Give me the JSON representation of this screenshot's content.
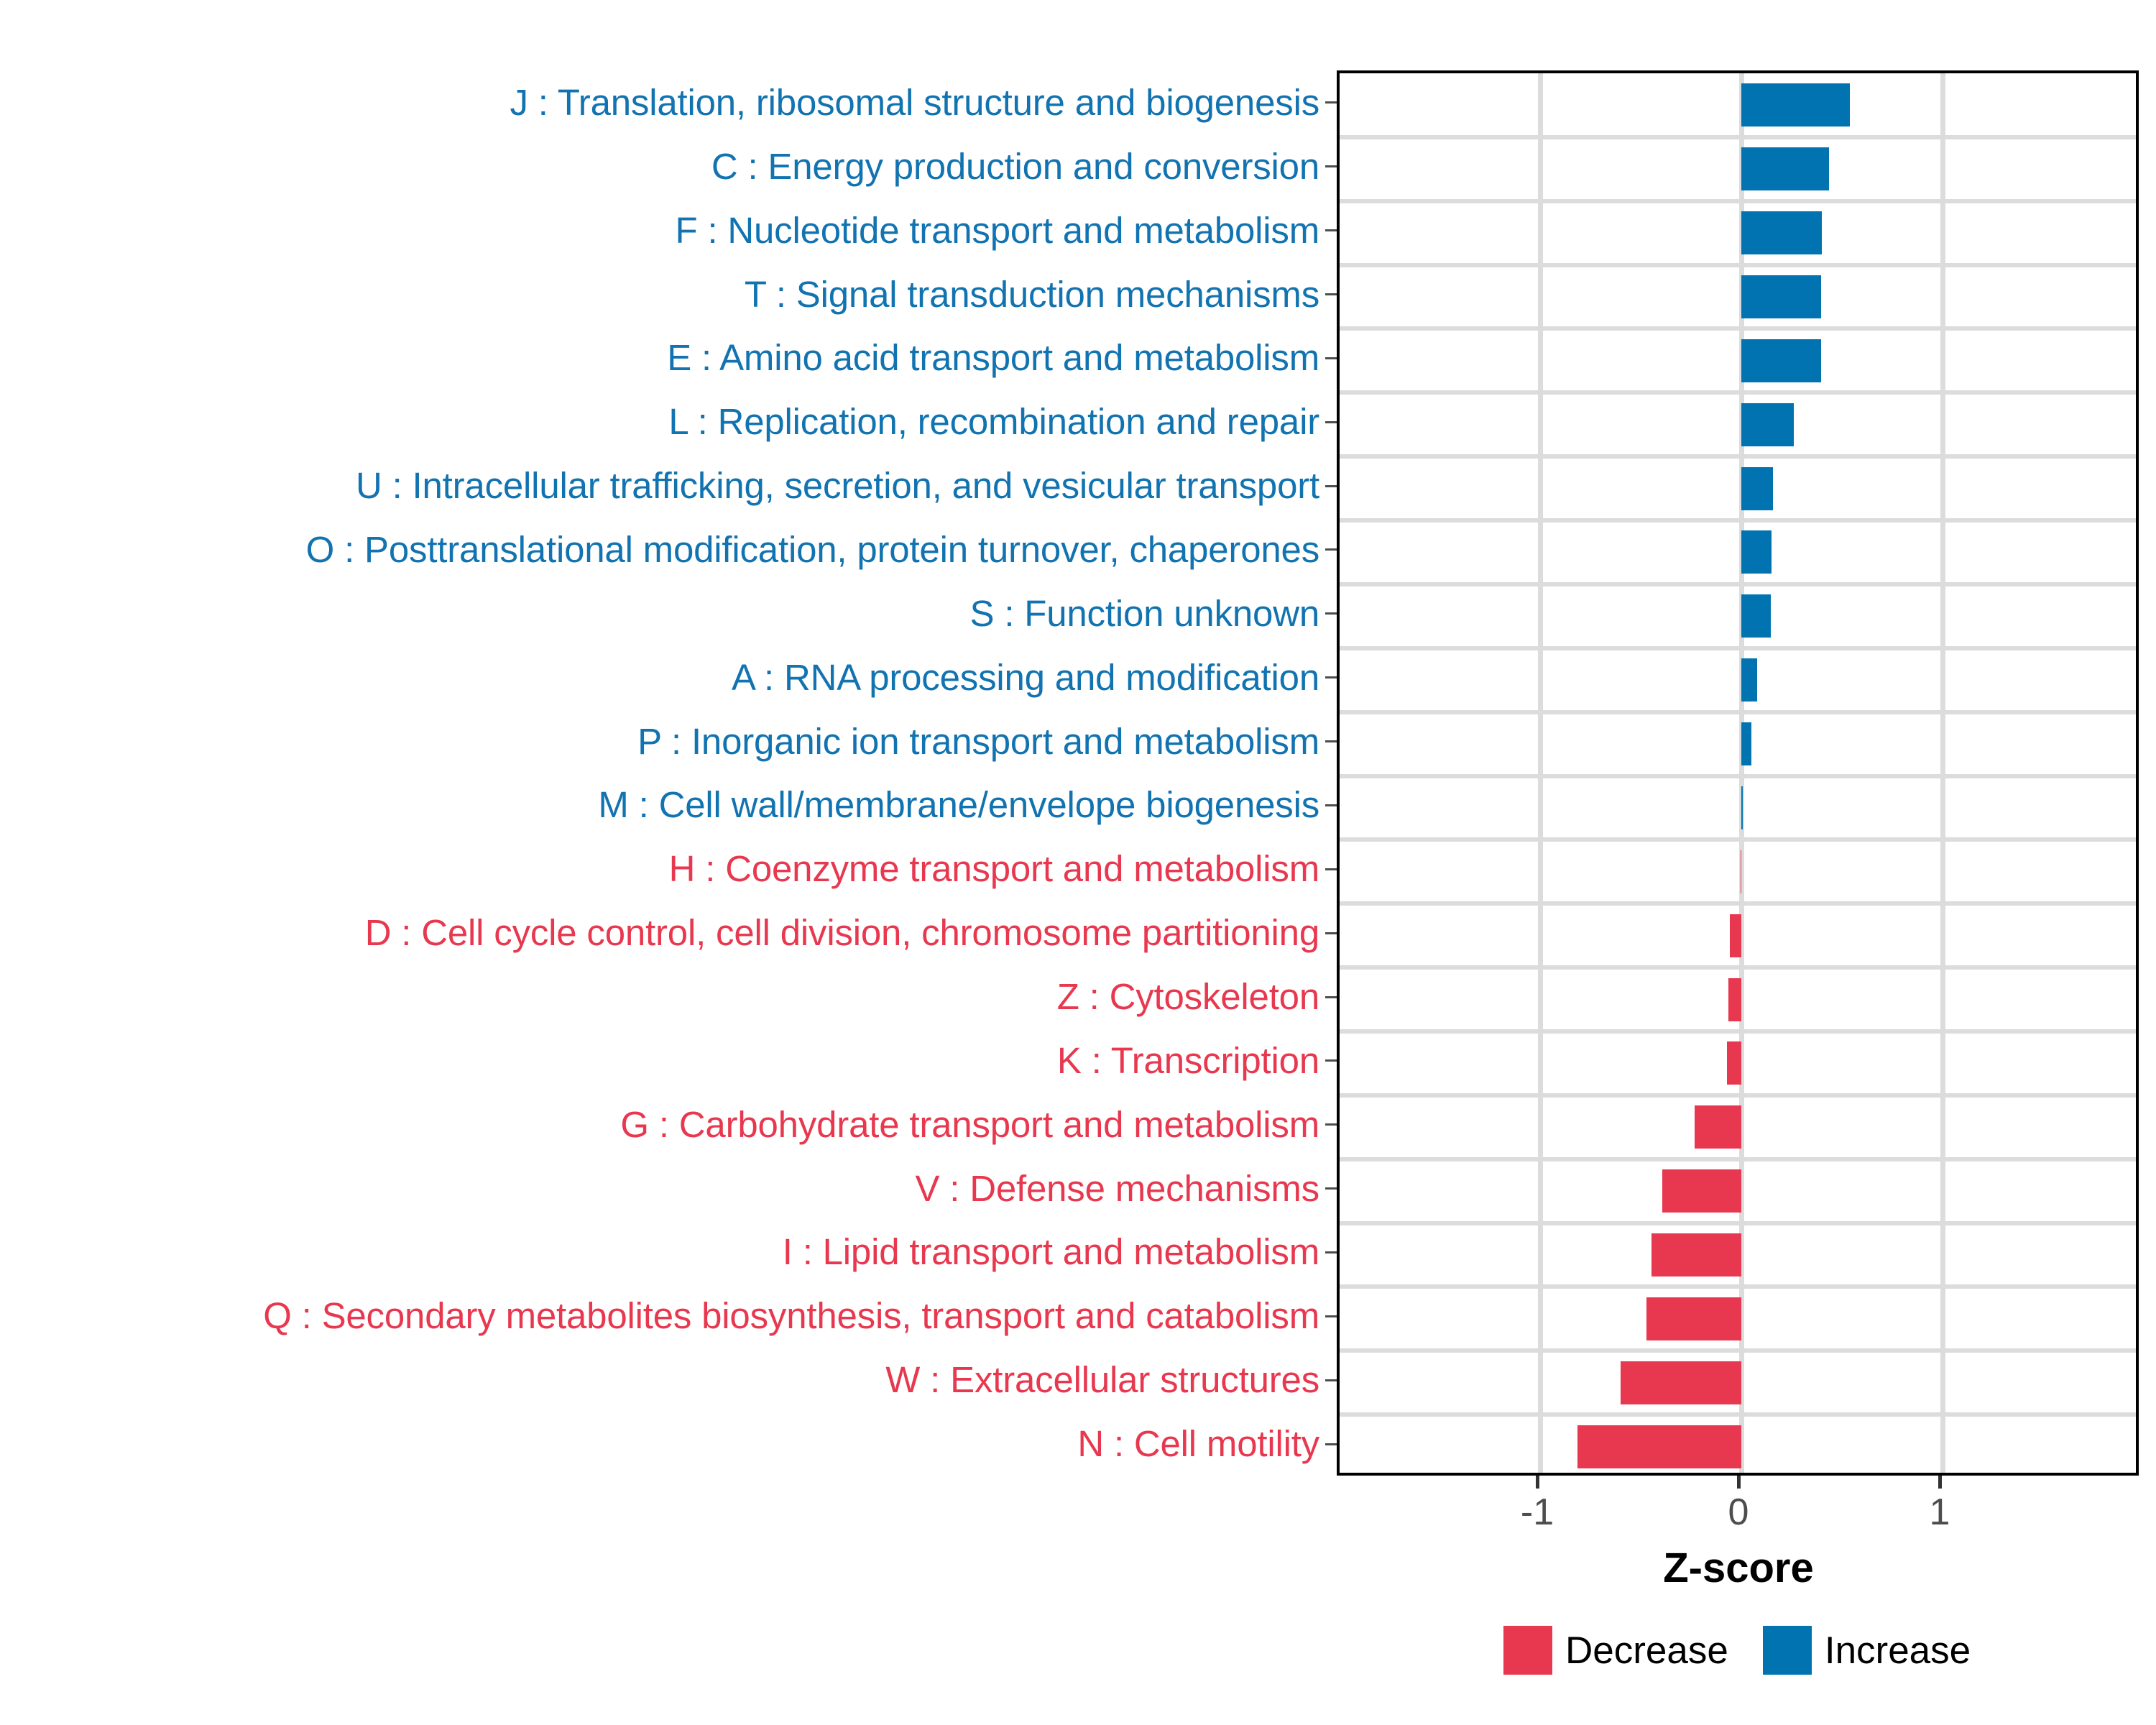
{
  "chart_data": {
    "type": "bar",
    "orientation": "horizontal",
    "title": "",
    "xlabel": "Z-score",
    "ylabel": "",
    "xlim": [
      -1.72,
      1.71
    ],
    "xticks": [
      -1,
      0,
      1
    ],
    "xticklabels": [
      "-1",
      "0",
      "1"
    ],
    "grid": "major-both",
    "legend": {
      "position": "bottom",
      "entries": [
        {
          "label": "Decrease",
          "color": "#E8384F"
        },
        {
          "label": "Increase",
          "color": "#0073B0"
        }
      ]
    },
    "colors": {
      "increase": "#0073B0",
      "decrease": "#E8384F",
      "label_increase": "#1273B1",
      "label_decrease": "#E8384F"
    },
    "categories": [
      "J : Translation, ribosomal structure and biogenesis",
      "C : Energy production and conversion",
      "F : Nucleotide transport and metabolism",
      "T : Signal transduction mechanisms",
      "E : Amino acid transport and metabolism",
      "L : Replication, recombination and repair",
      "U : Intracellular trafficking, secretion, and vesicular transport",
      "O : Posttranslational modification, protein turnover, chaperones",
      "S : Function unknown",
      "A : RNA processing and modification",
      "P : Inorganic ion transport and metabolism",
      "M : Cell wall/membrane/envelope biogenesis",
      "H : Coenzyme transport and metabolism",
      "D : Cell cycle control, cell division, chromosome partitioning",
      "Z : Cytoskeleton",
      "K : Transcription",
      "G : Carbohydrate transport and metabolism",
      "V : Defense mechanisms",
      "I : Lipid transport and metabolism",
      "Q : Secondary metabolites biosynthesis, transport and catabolism",
      "W : Extracellular structures",
      "N : Cell motility"
    ],
    "values": [
      0.54,
      0.435,
      0.4,
      0.395,
      0.395,
      0.26,
      0.157,
      0.15,
      0.147,
      0.079,
      0.05,
      0.008,
      -0.005,
      -0.057,
      -0.065,
      -0.071,
      -0.232,
      -0.393,
      -0.447,
      -0.47,
      -0.6,
      -0.814
    ],
    "groups": [
      "Increase",
      "Increase",
      "Increase",
      "Increase",
      "Increase",
      "Increase",
      "Increase",
      "Increase",
      "Increase",
      "Increase",
      "Increase",
      "Increase",
      "Decrease",
      "Decrease",
      "Decrease",
      "Decrease",
      "Decrease",
      "Decrease",
      "Decrease",
      "Decrease",
      "Decrease",
      "Decrease"
    ]
  }
}
